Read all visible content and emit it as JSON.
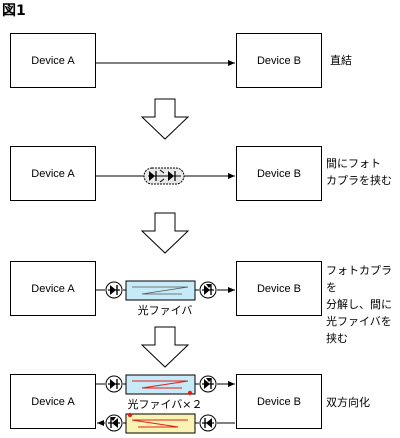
{
  "figure_title": "図1",
  "device_a": "Device A",
  "device_b": "Device B",
  "rows": [
    {
      "caption": [
        "直結"
      ]
    },
    {
      "caption": [
        "間にフォト",
        "カプラを挟む"
      ]
    },
    {
      "caption": [
        "フォトカプラを",
        "分解し、間に",
        "光ファイバを",
        "挟む"
      ],
      "fiber_label": "光ファイバ"
    },
    {
      "caption": [
        "双方向化"
      ],
      "fiber_label": "光ファイバ×２"
    }
  ]
}
